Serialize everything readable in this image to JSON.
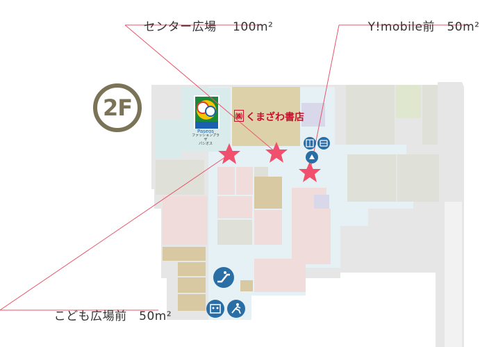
{
  "floor": {
    "label": "2F",
    "color": "#7a7358"
  },
  "stores": {
    "bookstore": {
      "mark": "㈱",
      "name": "くまざわ書店"
    },
    "paseos": {
      "logo_text": "Paseos",
      "sub_text_1": "ファッションプラザ",
      "sub_text_2": "パシオス"
    }
  },
  "callouts": [
    {
      "id": "center",
      "name": "センター広場",
      "area": "100",
      "unit": "m²"
    },
    {
      "id": "ymobile",
      "name": "Y!mobile前",
      "area": "50",
      "unit": "m²"
    },
    {
      "id": "kodomo",
      "name": "こども広場前",
      "area": "50",
      "unit": "m²"
    }
  ],
  "icons": {
    "elevator_top": "elevator-icon",
    "restroom_top": "restroom-icon",
    "nursing_top": "nursing-room-icon",
    "escalator": "escalator-icon",
    "elevator_bottom": "elevator-icon",
    "emergency_exit": "emergency-exit-icon"
  },
  "colors": {
    "star": "#f0506e",
    "leader_line": "#e8566a",
    "icon_bg": "#2a6ea6",
    "corridor": "#e6f1f6",
    "tenant_pink": "#f1dcdc",
    "tenant_tan": "#d8c9a3",
    "tenant_gray": "#dfe0d8",
    "tenant_green": "#dfe8cf",
    "tenant_teal": "#d9eceb",
    "tenant_lavender": "#d8d8ea",
    "bookstore": "#ddd1aa",
    "outer_gray": "#e6e6e6"
  }
}
